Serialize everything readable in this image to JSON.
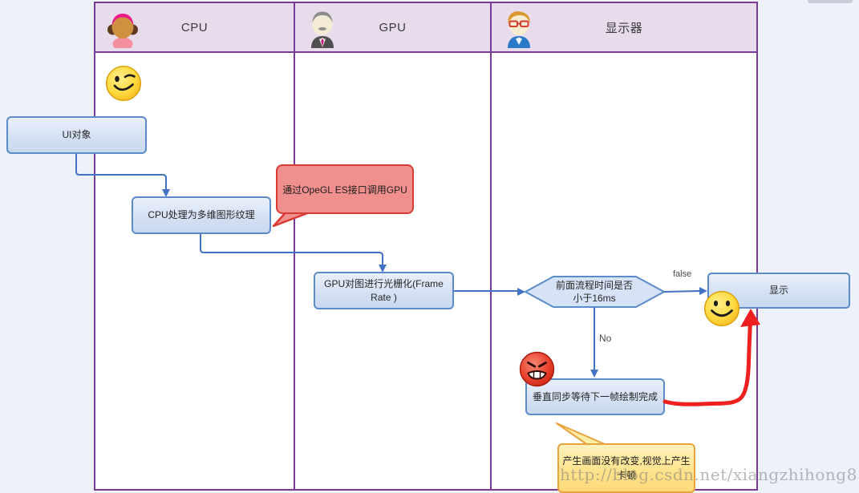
{
  "diagram": {
    "lanes": [
      {
        "label": "CPU",
        "avatar": "woman-pink-hair"
      },
      {
        "label": "GPU",
        "avatar": "man-gray-hair"
      },
      {
        "label": "显示器",
        "avatar": "man-red-glasses"
      }
    ],
    "nodes": {
      "ui_object": "UI对象",
      "cpu_process": "CPU处理为多维图形纹理",
      "gpu_raster": "GPU对图进行光栅化(Frame Rate )",
      "decision": "前面流程时间是否小于16ms",
      "display": "显示",
      "vsync": "垂直同步等待下一帧绘制完成"
    },
    "callouts": {
      "opengl": "通过OpeGL ES接口调用GPU",
      "stutter": "产生画面没有改变,视觉上产生卡顿"
    },
    "edge_labels": {
      "false": "false",
      "no": "No"
    },
    "emojis": {
      "wink": "winking-smiley",
      "happy": "happy-smiley",
      "angry": "angry-face"
    }
  },
  "watermark": "http://blog.csdn.net/xiangzhihong8",
  "colors": {
    "lane_border": "#7a3b96",
    "lane_header_bg": "#e8dcec",
    "node_fill": "#d5e1f4",
    "node_border": "#5b8bc9",
    "red_callout_fill": "#f0908e",
    "red_callout_border": "#d93a34",
    "yellow_callout_fill": "#ffe48e",
    "yellow_callout_border": "#e8a33d",
    "connector_blue": "#4472c4",
    "marker_red": "#ee2020",
    "background": "#edf1f9"
  }
}
